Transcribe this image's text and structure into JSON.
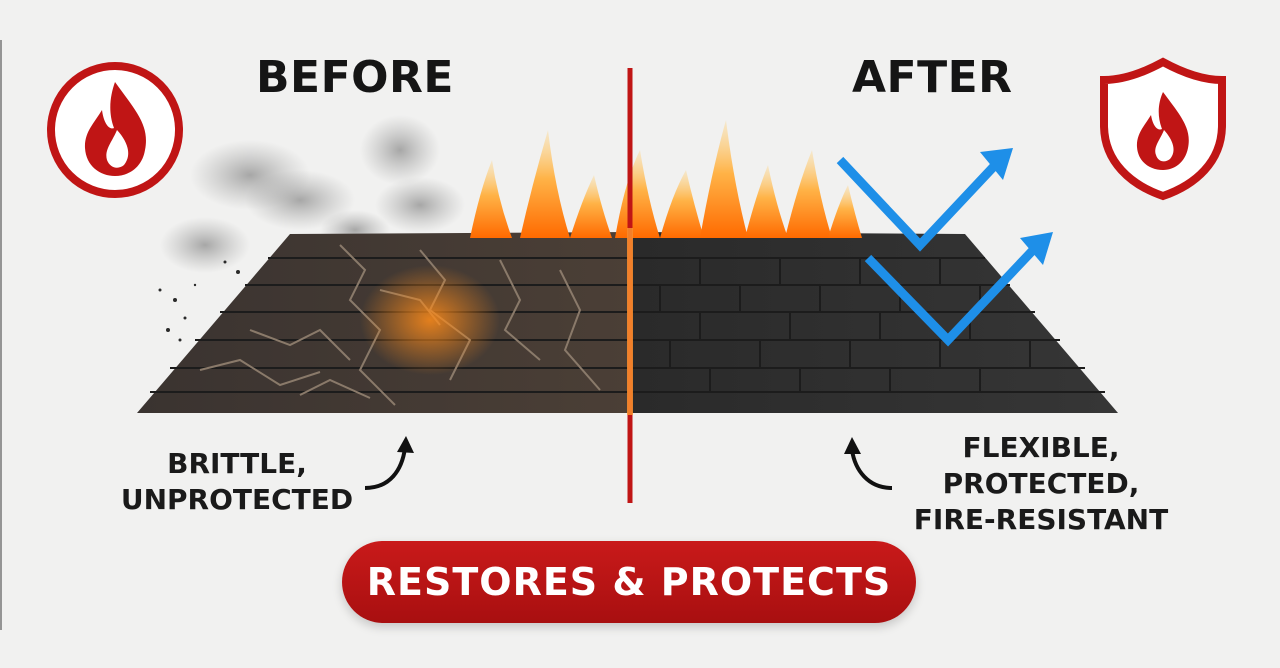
{
  "labels": {
    "before": "BEFORE",
    "after": "AFTER",
    "left_caption_line1": "BRITTLE,",
    "left_caption_line2": "UNPROTECTED",
    "right_caption_line1": "FLEXIBLE,",
    "right_caption_line2": "PROTECTED,",
    "right_caption_line3": "FIRE-RESISTANT",
    "banner": "RESTORES & PROTECTS"
  },
  "icons": {
    "left_badge": "flame-circle-icon",
    "right_badge": "flame-shield-icon",
    "left_arrow": "curved-arrow-icon",
    "right_arrow": "curved-arrow-icon",
    "check_arrows": "check-arrow-icon"
  },
  "colors": {
    "accent_red": "#c01515",
    "check_blue": "#1e8fe8",
    "flame_orange": "#f7931e",
    "shingle_dark": "#2b2b2b"
  }
}
